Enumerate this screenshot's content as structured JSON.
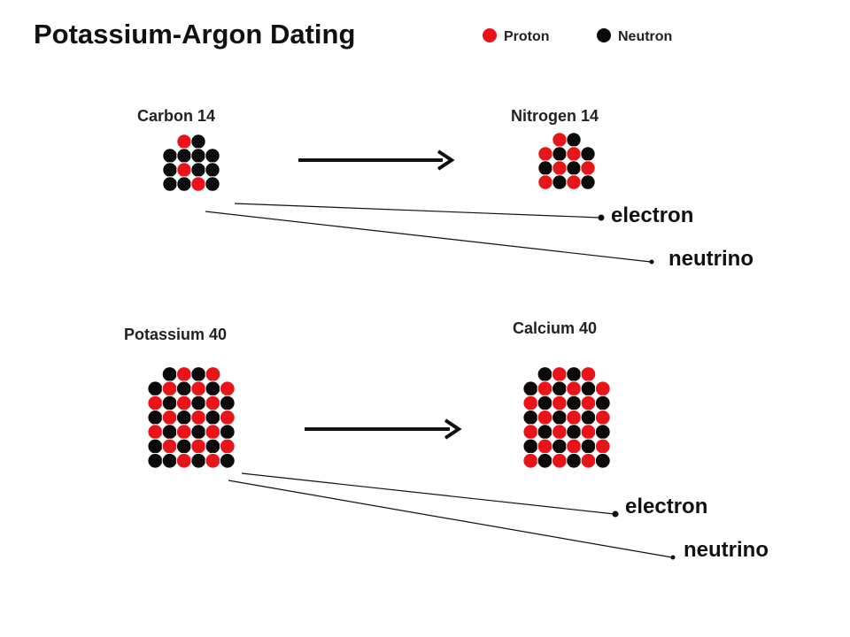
{
  "title": "Potassium-Argon Dating",
  "colors": {
    "proton": "#e8141a",
    "neutron": "#0a0a0a",
    "line": "#111111"
  },
  "legend": [
    {
      "label": "Proton",
      "type": "P"
    },
    {
      "label": "Neutron",
      "type": "N"
    }
  ],
  "reactions": [
    {
      "parent": {
        "label": "Carbon 14",
        "rows": [
          "PN",
          "NNNN",
          "NPNN",
          "NNPN"
        ]
      },
      "daughter": {
        "label": "Nitrogen 14",
        "rows": [
          "PN",
          "PNPN",
          "NPNP",
          "PNPN"
        ]
      },
      "products": [
        "electron",
        "neutrino"
      ]
    },
    {
      "parent": {
        "label": "Potassium 40",
        "rows": [
          "NPNP",
          "NPNPNP",
          "PNPNPN",
          "NPNPNP",
          "PNPNPN",
          "NPNPNP",
          "NNPNPN"
        ]
      },
      "daughter": {
        "label": "Calcium 40",
        "rows": [
          "NPNP",
          "NPNPNP",
          "PNPNPN",
          "NPNPNP",
          "PNPNPN",
          "NPNPNP",
          "PNPNPN"
        ]
      },
      "products": [
        "electron",
        "neutrino"
      ]
    }
  ]
}
